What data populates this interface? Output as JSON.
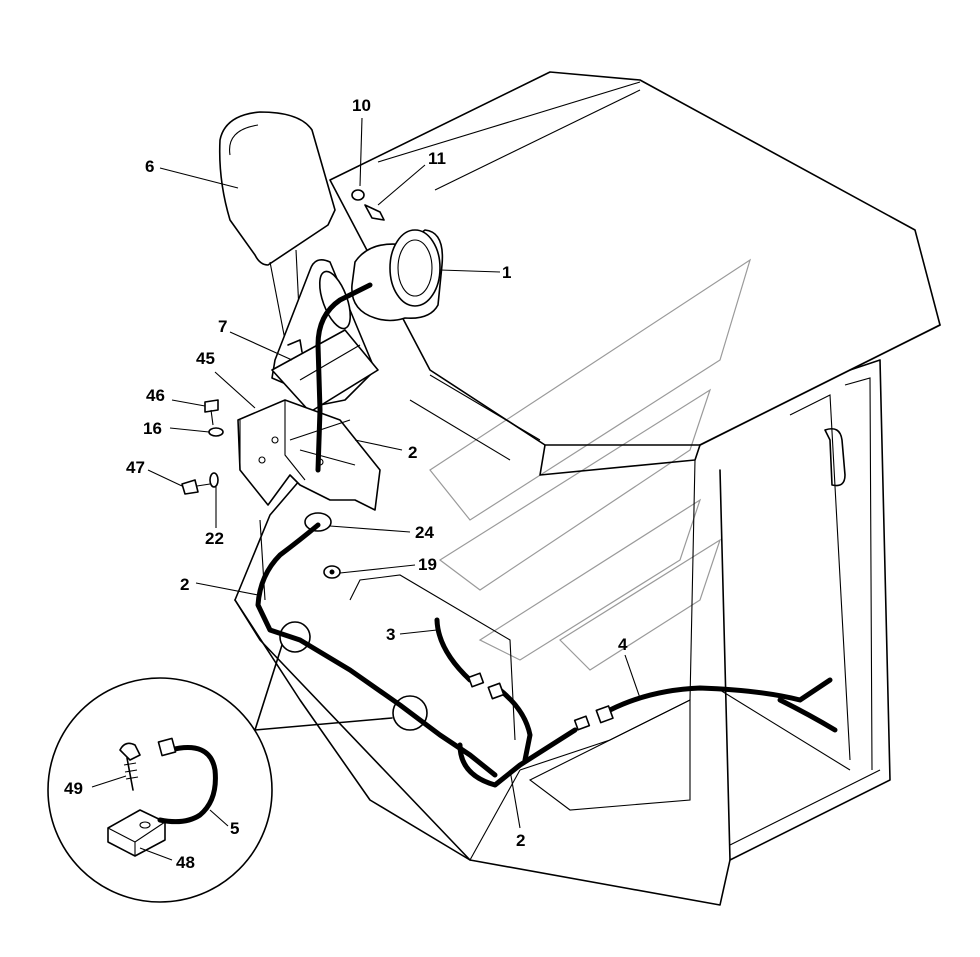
{
  "callouts": {
    "c1": "1",
    "c2a": "2",
    "c2b": "2",
    "c2c": "2",
    "c3": "3",
    "c4": "4",
    "c5": "5",
    "c6": "6",
    "c7": "7",
    "c10": "10",
    "c11": "11",
    "c16": "16",
    "c19": "19",
    "c22": "22",
    "c24": "24",
    "c45": "45",
    "c46": "46",
    "c47": "47",
    "c48": "48",
    "c49": "49"
  }
}
